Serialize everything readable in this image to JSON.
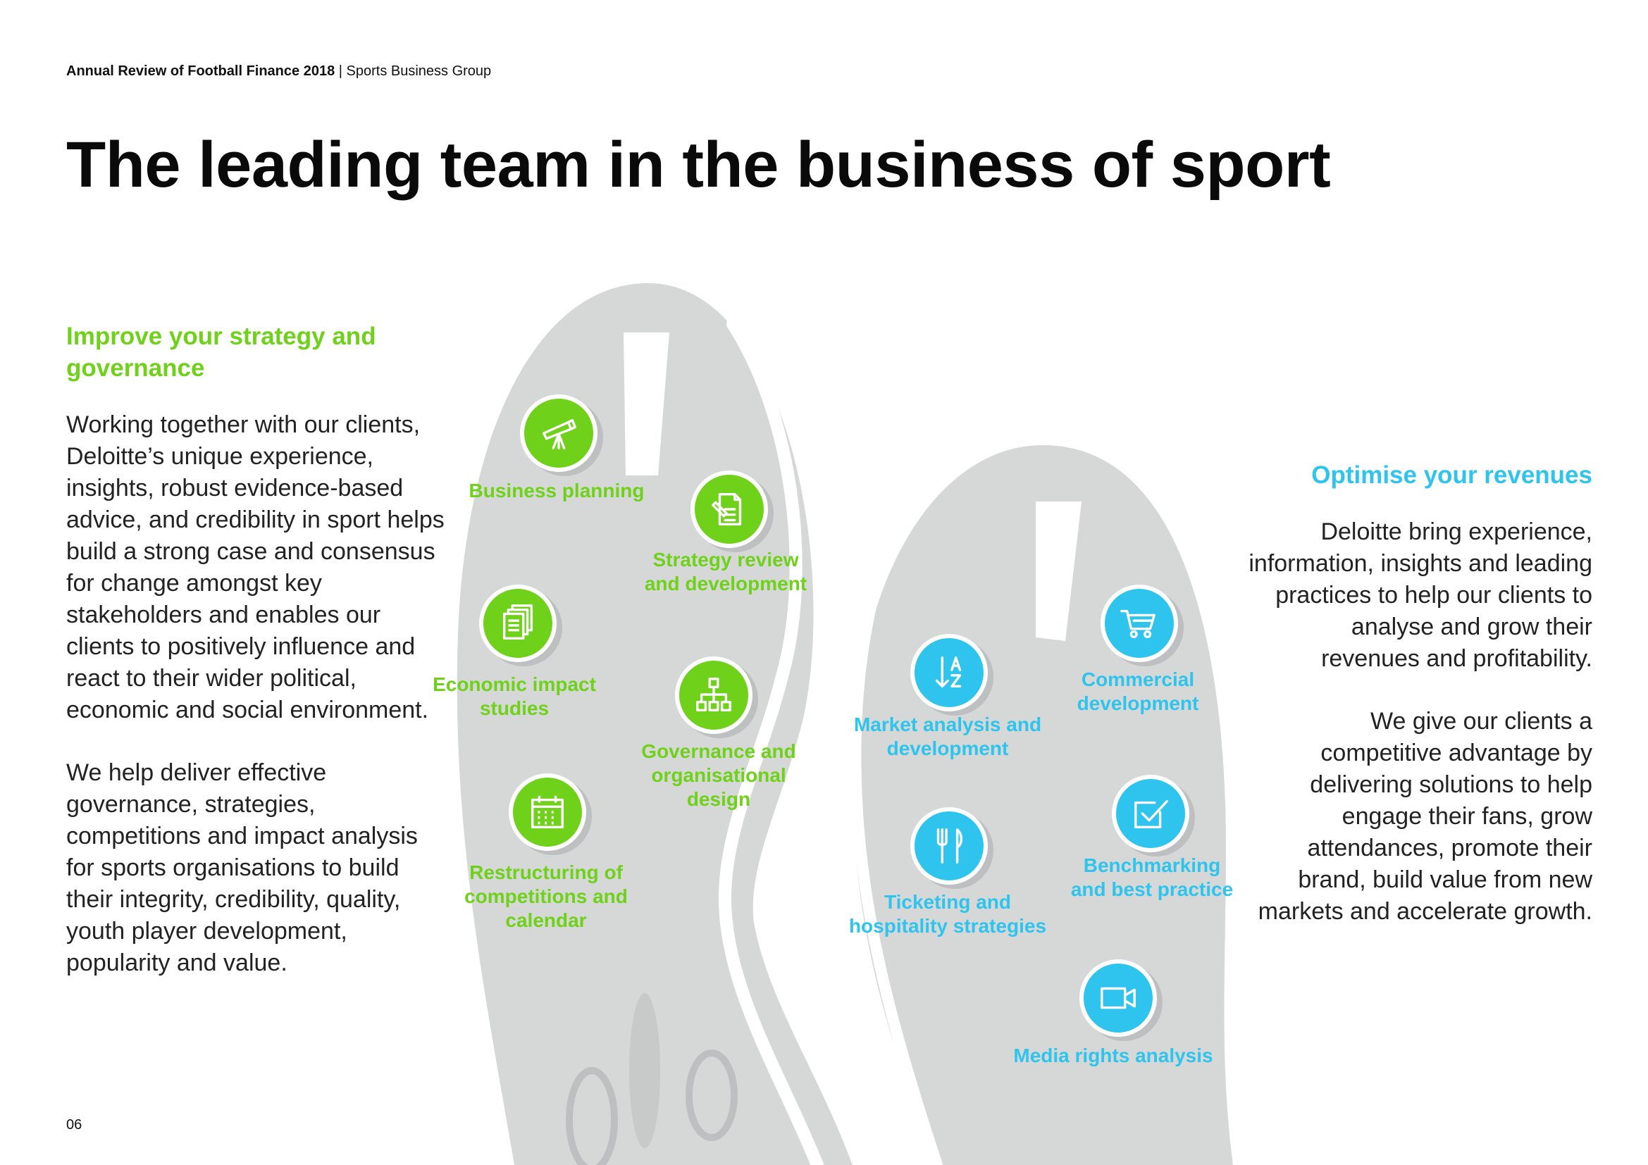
{
  "header": {
    "report": "Annual Review of Football Finance 2018",
    "separator": " | ",
    "group": "Sports Business Group"
  },
  "title": "The leading team in the business of sport",
  "left": {
    "subtitle": "Improve your strategy and governance",
    "paragraph1": "Working together with our clients, Deloitte’s unique experience, insights, robust evidence-based advice, and credibility in sport helps build a strong case and consensus for change amongst key stakeholders and enables our clients to positively influence and react to their wider political, economic and social environment.",
    "paragraph2": "We help deliver effective governance, strategies, competitions and impact analysis for sports organisations to build their integrity, credibility, quality, youth player development, popularity and value."
  },
  "right": {
    "subtitle": "Optimise your revenues",
    "paragraph1": "Deloitte bring experience, information, insights and leading practices to help our clients to analyse and grow their revenues and profitability.",
    "paragraph2": "We give our clients a competitive advantage by delivering solutions to help engage their fans, grow attendances, promote their brand, build value from new markets and accelerate growth."
  },
  "services": {
    "business_planning": {
      "label": "Business planning",
      "icon": "telescope-icon"
    },
    "strategy_review": {
      "label": "Strategy review and development",
      "icon": "document-edit-icon"
    },
    "economic_impact": {
      "label": "Economic impact studies",
      "icon": "documents-stack-icon"
    },
    "governance": {
      "label": "Governance and organisational design",
      "icon": "org-chart-icon"
    },
    "restructuring": {
      "label": "Restructuring of competitions and calendar",
      "icon": "calendar-icon"
    },
    "market_analysis": {
      "label": "Market analysis and development",
      "icon": "sort-az-icon"
    },
    "commercial": {
      "label": "Commercial development",
      "icon": "shopping-cart-icon"
    },
    "ticketing": {
      "label": "Ticketing and hospitality strategies",
      "icon": "fork-knife-icon"
    },
    "benchmarking": {
      "label": "Benchmarking and best practice",
      "icon": "checkbox-icon"
    },
    "media_rights": {
      "label": "Media rights analysis",
      "icon": "video-camera-icon"
    }
  },
  "page_number": "06",
  "colors": {
    "green": "#6fd11a",
    "blue": "#2ec4ee",
    "boot": "#d5d8d7",
    "shadow": "#bdbfc0"
  }
}
